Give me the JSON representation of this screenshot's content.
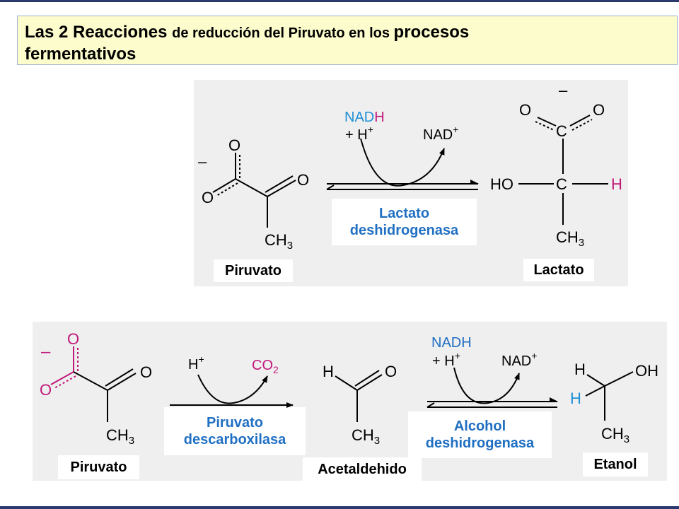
{
  "title": {
    "part1": "Las 2 Reacciones ",
    "part2": "de reducción del Piruvato en los ",
    "part3": "procesos",
    "line2": "fermentativos"
  },
  "atoms": {
    "O": "O",
    "C": "C",
    "H": "H",
    "HO": "HO",
    "OH": "OH",
    "CH": "CH",
    "sub3": "3",
    "minus": "–"
  },
  "reaction1": {
    "cofactor_in_a": "NAD",
    "cofactor_in_b": "H",
    "plus_h": "+  H",
    "plus_sign": "+",
    "cofactor_out": "NAD",
    "enzyme_line1": "Lactato",
    "enzyme_line2": "deshidrogenasa",
    "substrate_label": "Piruvato",
    "product_label": "Lactato"
  },
  "reaction2": {
    "step1_h": "H",
    "step1_co2": "CO",
    "step1_sub2": "2",
    "enzyme1_line1": "Piruvato",
    "enzyme1_line2": "descarboxilasa",
    "step2_nadh": "NADH",
    "step2_plus_h": "+  H",
    "step2_nad": "NAD",
    "enzyme2_line1": "Alcohol",
    "enzyme2_line2": "deshidrogenasa",
    "substrate_label": "Piruvato",
    "intermediate_label": "Acetaldehido",
    "product_label": "Etanol"
  },
  "colors": {
    "blue": "#1f8fd6",
    "dark_blue": "#1f6fc2",
    "magenta": "#c0187a",
    "title_bg": "#fdfccd",
    "panel_bg": "#efefef"
  }
}
